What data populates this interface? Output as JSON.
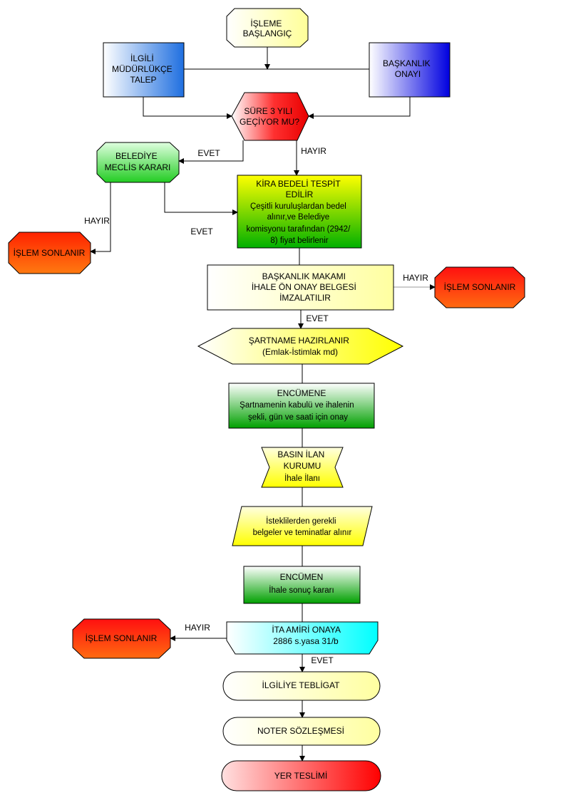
{
  "nodes": {
    "start": [
      "İŞLEME",
      "BAŞLANGIÇ"
    ],
    "ilgili_mudurluk": [
      "İLGİLİ",
      "MÜDÜRLÜKÇE",
      "TALEP"
    ],
    "baskanlik_onayi": [
      "BAŞKANLIK",
      "ONAYI"
    ],
    "sure_3_yil": [
      "SÜRE 3 YILI",
      "GEÇİYOR MU?"
    ],
    "belediye_meclis": [
      "BELEDİYE",
      "MECLİS KARARI"
    ],
    "kira_bedeli": [
      "KİRA BEDELİ TESPİT",
      "EDİLİR",
      "Çeşitli kuruluşlardan bedel",
      "alınır,ve Belediye",
      "komisyonu tarafından (2942/",
      "8) fiyat belirlenir"
    ],
    "islem_sonlanir_1": [
      "İŞLEM SONLANIR"
    ],
    "baskanlik_makami": [
      "BAŞKANLIK MAKAMI",
      "İHALE ÖN ONAY BELGESİ",
      "İMZALATILIR"
    ],
    "islem_sonlanir_2": [
      "İŞLEM SONLANIR"
    ],
    "sartname": [
      "ŞARTNAME HAZIRLANIR",
      "(Emlak-İstimlak md)"
    ],
    "encumene": [
      "ENCÜMENE",
      "Şartnamenin kabulü ve ihalenin",
      "şekli, gün ve saati için onay"
    ],
    "basin_ilan": [
      "BASIN İLAN",
      "KURUMU",
      "İhale İlanı"
    ],
    "istekliler": [
      "İsteklilerden gerekli",
      "belgeler ve teminatlar alınır"
    ],
    "encumen_sonuc": [
      "ENCÜMEN",
      "İhale sonuç kararı"
    ],
    "ita_amiri": [
      "İTA AMİRİ ONAYA",
      "2886 s.yasa 31/b"
    ],
    "islem_sonlanir_3": [
      "İŞLEM SONLANIR"
    ],
    "ilgiliye_tebligat": [
      "İLGİLİYE TEBLİGAT"
    ],
    "noter_sozlesmesi": [
      "NOTER SÖZLEŞMESİ"
    ],
    "yer_teslimi": [
      "YER TESLİMİ"
    ]
  },
  "edge_labels": {
    "evet_meclis": "EVET",
    "hayir_kira": "HAYIR",
    "hayir_meclis": "HAYIR",
    "evet_meclis_kira": "EVET",
    "hayir_makam": "HAYIR",
    "evet_makam": "EVET",
    "hayir_ita": "HAYIR",
    "evet_ita": "EVET"
  },
  "colors": {
    "yellow_light": "#ffffc8",
    "yellow": "#ffff00",
    "blue": "#1f6fe0",
    "blue_dark": "#0000e0",
    "red": "#e80000",
    "orange": "#ff5a00",
    "green": "#00b000",
    "green_light": "#c8ffc8",
    "cyan": "#00ffff",
    "pink": "#ff0000"
  }
}
